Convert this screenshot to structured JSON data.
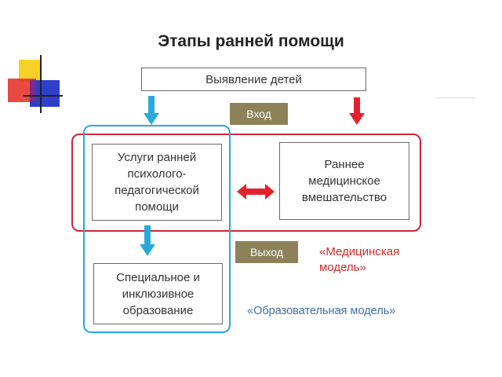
{
  "title": "Этапы ранней помощи",
  "boxes": {
    "detection": "Выявление детей",
    "services": [
      "Услуги ранней",
      "психолого-",
      "педагогической",
      "помощи"
    ],
    "medical": [
      "Раннее",
      "медицинское",
      "вмешательство"
    ],
    "education": [
      "Специальное и",
      "инклюзивное",
      "образование"
    ]
  },
  "tags": {
    "entry": "Вход",
    "exit": "Выход"
  },
  "labels": {
    "medical_model": [
      "«Медицинская",
      "модель»"
    ],
    "education_model": "«Образовательная модель»"
  },
  "colors": {
    "red": "#d0243a",
    "blue": "#29a9d9",
    "tag": "#8c8158",
    "logo_yellow": "#f7d128",
    "logo_red": "#e8352e",
    "logo_blue": "#2e3fc9"
  },
  "icons": [
    "corner-logo-icon",
    "arrow-down-blue-icon",
    "arrow-down-red-icon",
    "double-arrow-icon"
  ]
}
